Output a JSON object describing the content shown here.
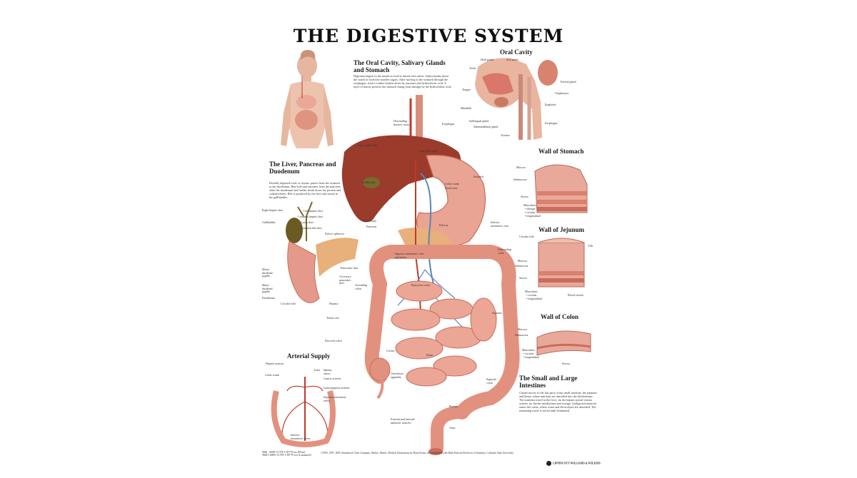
{
  "title": "THE DIGESTIVE SYSTEM",
  "sections": {
    "oral_cavity_stomach": {
      "heading": "The Oral Cavity, Salivary Glands and Stomach",
      "text": "Digestion begins in the mouth as food is mixed with saliva. Saliva breaks down the starch in food into smaller sugars. After moving to the stomach through the esophagus, food is further broken down by enzymes and hydrochloric acid. A layer of mucus protects the stomach lining from damage by the hydrochloric acid."
    },
    "liver_pancreas": {
      "heading": "The Liver, Pancreas and Duodenum",
      "text": "Partially digested food, or chyme, passes from the stomach to the duodenum. Here bile and enzymes from the pancreas enter the duodenum and further break down fat, protein and carbohydrates. Bile is produced by the liver and stored in the gallbladder."
    },
    "small_large_intestines": {
      "heading": "The Small and Large Intestines",
      "text": "Chyme moves to the last parts of the small intestine, the jejunum and ileum, where nutrients are absorbed into the bloodstream. The nutrients travel to the liver, via the hepatic portal venous system, for further metabolism and storage. Undigested material enters the colon, where water and electrolytes are absorbed. The remaining waste is stored until eliminated."
    }
  },
  "insets": {
    "oral_cavity": {
      "heading": "Oral Cavity",
      "labels": [
        "Hard palate",
        "Soft palate",
        "Teeth",
        "Tongue",
        "Mandible",
        "Sublingual gland",
        "Submandibular gland",
        "Parotid gland",
        "Oropharynx",
        "Epiglottis",
        "Esophagus",
        "Trachea"
      ]
    },
    "wall_stomach": {
      "heading": "Wall of Stomach",
      "labels": [
        "Mucosa",
        "Submucosa",
        "Serosa",
        "Muscularis",
        "• oblique",
        "• circular",
        "• longitudinal"
      ]
    },
    "wall_jejunum": {
      "heading": "Wall of Jejunum",
      "labels": [
        "Circular fold",
        "Villi",
        "Mucosa",
        "Submucosa",
        "Serosa",
        "Muscularis",
        "• circular",
        "• longitudinal",
        "Blood vessels"
      ]
    },
    "wall_colon": {
      "heading": "Wall of Colon",
      "labels": [
        "Mucosa",
        "Submucosa",
        "Muscularis",
        "• circular",
        "• longitudinal",
        "Serosa"
      ]
    },
    "arterial_supply": {
      "heading": "Arterial Supply",
      "labels": [
        "Hepatic arteries",
        "Celiac trunk",
        "Aorta",
        "Splenic artery",
        "Gastric arteries",
        "Gastroepiploic arteries",
        "Superior mesenteric artery",
        "Inferior mesenteric artery"
      ]
    },
    "liver_detail": {
      "labels": [
        "Right hepatic duct",
        "Left hepatic duct",
        "Common hepatic duct",
        "Cystic duct",
        "Common bile duct",
        "Gallbladder",
        "Pyloric sphincter",
        "Pancreatic duct",
        "Accessory pancreatic duct",
        "Minor duodenal papilla",
        "Major duodenal papilla",
        "Duodenum",
        "Circular fold"
      ]
    }
  },
  "main_labels": {
    "top": [
      "Descending thoracic aorta",
      "Esophagus"
    ],
    "liver": [
      "Liver (right lobe)",
      "Liver (left lobe)",
      "Gallbladder",
      "Stomach",
      "Celiac trunk",
      "Portal vein"
    ],
    "middle": [
      "Duodenum",
      "Pancreas",
      "Pylorus",
      "Inferior mesenteric vein",
      "Superior mesenteric vein and artery",
      "Descending colon",
      "Transverse colon",
      "Ascending colon"
    ],
    "lower": [
      "Haustra",
      "Teniae coli",
      "Ileocecal valve",
      "Cecum",
      "Vermiform appendix",
      "Ileum",
      "Jejunum",
      "Sigmoid colon",
      "Rectum",
      "External and internal sphincter muscles",
      "Anus"
    ]
  },
  "footer": {
    "codes": "9600 · ISBN-13 978-1-58779-xxx (Plain) · 9600/1 ISBN-13 978-1-58779-xxx (Laminated)",
    "copyright": "©1995, 1997, 2005 Anatomical Chart Company, Skokie, Illinois. Medical illustrations by Brian Evans, in consultation with Mark Pearson Professor of Anatomy, Colorado State University.",
    "publisher": "LIPPINCOTT WILLIAMS & WILKINS"
  },
  "colors": {
    "organ_pink": "#e9a493",
    "organ_dark": "#c96c5b",
    "liver": "#9b3b2c",
    "gallbladder": "#7a6a2a",
    "pancreas": "#e8b07a",
    "vein_blue": "#5a86b8",
    "artery_red": "#c0392b",
    "skin": "#e6b79e"
  }
}
